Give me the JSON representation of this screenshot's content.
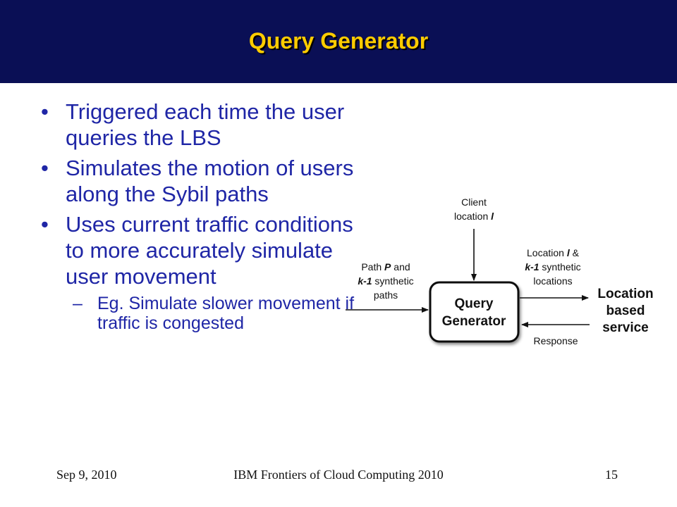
{
  "slide": {
    "title": "Query Generator",
    "bullets": [
      "Triggered each time the user queries the LBS",
      "Simulates the motion of users along the Sybil paths",
      "Uses current traffic conditions to more accurately simulate user movement"
    ],
    "sub_bullet": "Eg. Simulate slower movement if traffic is congested",
    "bullet_marker": "•",
    "sub_marker": "–"
  },
  "diagram": {
    "box_line1": "Query",
    "box_line2": "Generator",
    "client_line1": "Client",
    "client_line2_text": "location ",
    "client_line2_var": "l",
    "path_line1_text": "Path ",
    "path_line1_var": "P",
    "path_line1_end": " and",
    "path_line2_var": "k-1",
    "path_line2_text": " synthetic",
    "path_line3": "paths",
    "loc_line1_text": "Location ",
    "loc_line1_var": "l",
    "loc_line1_end": " &",
    "loc_line2_var": "k-1",
    "loc_line2_text": " synthetic",
    "loc_line3": "locations",
    "service_line1": "Location",
    "service_line2": "based",
    "service_line3": "service",
    "response": "Response"
  },
  "footer": {
    "date": "Sep 9, 2010",
    "event": "IBM Frontiers of Cloud Computing 2010",
    "page": "15"
  },
  "colors": {
    "header_bg": "#0a0f55",
    "title": "#ffcc00",
    "body_text": "#1f26a6"
  }
}
